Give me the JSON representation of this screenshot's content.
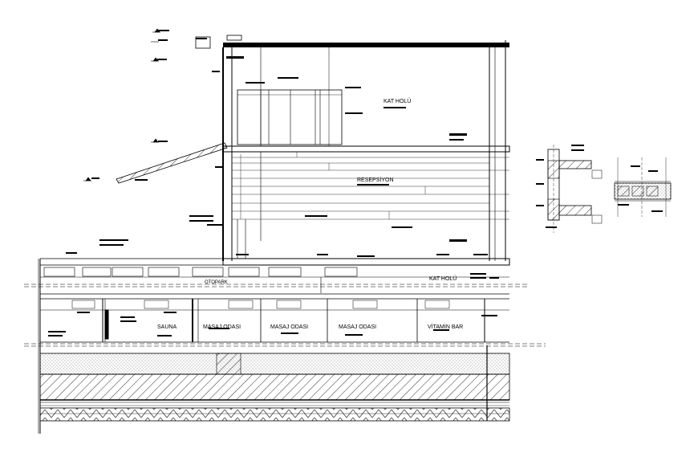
{
  "drawing": {
    "labels": {
      "kat_holu_top": "KAT HOLÜ",
      "resepsiyon": "RESEPSİYON",
      "kat_holu_bottom": "KAT HOLÜ",
      "sauna": "SAUNA",
      "masaj_1": "MASAJ ODASI",
      "masaj_2": "MASAJ ODASI",
      "masaj_3": "MASAJ ODASI",
      "vitamin_bar": "VİTAMİN BAR",
      "otopark": "OTOPARK"
    },
    "colors": {
      "line": "#000000",
      "fill_light": "#f0f0f0",
      "hatch": "#000000"
    }
  }
}
